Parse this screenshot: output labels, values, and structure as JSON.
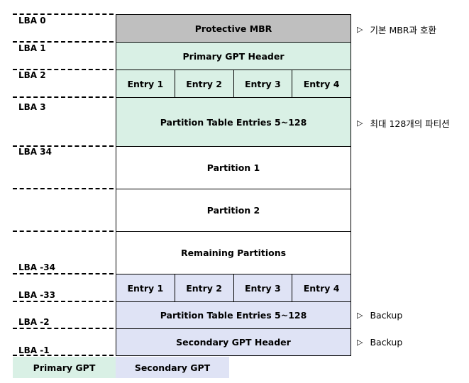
{
  "lba_labels": [
    "LBA 0",
    "LBA 1",
    "LBA 2",
    "LBA 3",
    "LBA 34",
    "LBA -34",
    "LBA -33",
    "LBA -2",
    "LBA -1"
  ],
  "blocks": {
    "protective_mbr": "Protective  MBR",
    "primary_header": "Primary  GPT  Header",
    "primary_entries": [
      "Entry  1",
      "Entry  2",
      "Entry  3",
      "Entry  4"
    ],
    "primary_table": "Partition  Table  Entries  5~128",
    "partition1": "Partition  1",
    "partition2": "Partition  2",
    "remaining": "Remaining  Partitions",
    "secondary_entries": [
      "Entry  1",
      "Entry  2",
      "Entry  3",
      "Entry  4"
    ],
    "secondary_table": "Partition  Table  Entries  5~128",
    "secondary_header": "Secondary  GPT  Header"
  },
  "notes": {
    "mbr": "기본  MBR과  호환",
    "max_partitions": "최대  128개의  파티션",
    "backup_table": "Backup",
    "backup_header": "Backup"
  },
  "legend": {
    "primary": "Primary  GPT",
    "secondary": "Secondary  GPT"
  },
  "colors": {
    "mbr": "#bfbfbf",
    "primary": "#d9f0e5",
    "secondary": "#dfe3f5"
  }
}
